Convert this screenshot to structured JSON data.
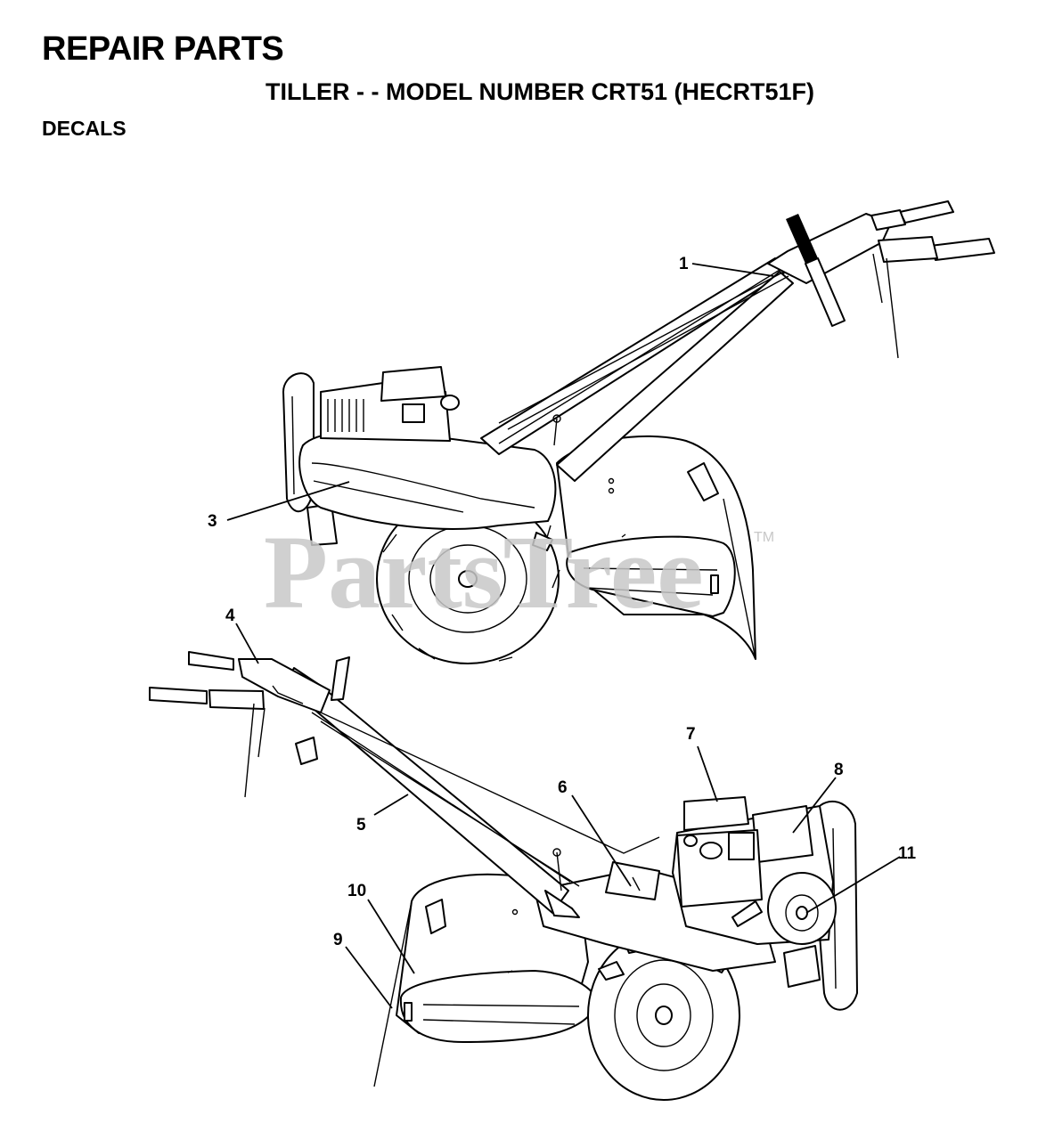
{
  "header": {
    "title": "REPAIR PARTS",
    "subtitle": "TILLER - - MODEL NUMBER CRT51 (HECRT51F)",
    "section": "DECALS"
  },
  "watermark": {
    "text": "PartsTree",
    "tm": "TM"
  },
  "callouts": [
    "1",
    "3",
    "4",
    "5",
    "6",
    "7",
    "8",
    "9",
    "10",
    "11"
  ]
}
